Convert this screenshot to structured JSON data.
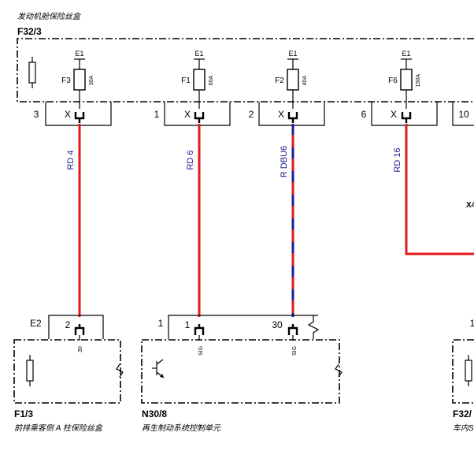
{
  "top_box": {
    "subtitle": "发动机舱保险丝盒",
    "code": "F32/3",
    "fuses": [
      {
        "name": "F3",
        "rating": "30A",
        "terminal": "E1",
        "pin": "3",
        "connector": "X",
        "wire": "RD 4"
      },
      {
        "name": "F1",
        "rating": "60A",
        "terminal": "E1",
        "pin": "1",
        "connector": "X",
        "wire": "RD 6"
      },
      {
        "name": "F2",
        "rating": "40A",
        "terminal": "E1",
        "pin": "2",
        "connector": "X",
        "wire": "R DBU6"
      },
      {
        "name": "F6",
        "rating": "150A",
        "terminal": "E1",
        "pin": "6",
        "connector": "X",
        "wire": "RD 16"
      }
    ],
    "extra_pin": "10"
  },
  "right_cut": {
    "label": "X4",
    "pin": "1"
  },
  "bottom_left": {
    "code": "F1/3",
    "desc": "前排乘客侧 A 柱保险丝盒",
    "connector": "E2",
    "pin": "2",
    "terminal": "30"
  },
  "bottom_mid": {
    "code": "N30/8",
    "desc": "再生制动系统控制单元",
    "pin_a": "1",
    "pin_b": "1",
    "pin_c": "30",
    "sig_a": "SIG",
    "sig_b": "SIG"
  },
  "bottom_right": {
    "code": "F32/",
    "desc": "车内S"
  },
  "colors": {
    "red": "#e01b1b",
    "blue": "#1c1c9c"
  }
}
